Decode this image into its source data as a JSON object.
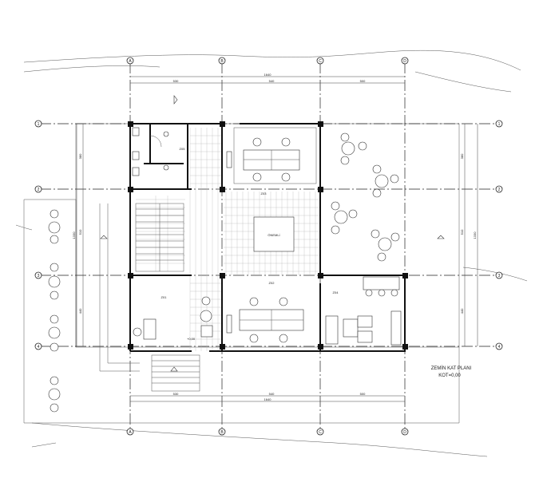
{
  "plan": {
    "title": "ZEMİN KAT PLANI",
    "level": "KOT=0,00",
    "axes_vertical": [
      "A",
      "B",
      "C",
      "D"
    ],
    "axes_horizontal": [
      "1",
      "2",
      "3",
      "4"
    ],
    "dims_top": {
      "total": "1640",
      "spans": [
        "530",
        "540",
        "500"
      ]
    },
    "dims_bottom": {
      "total": "1640",
      "spans": [
        "530",
        "540",
        "500"
      ]
    },
    "dims_left": {
      "total": "1330",
      "spans": [
        "380",
        "510",
        "440"
      ]
    },
    "dims_right": {
      "total": "1330",
      "spans": [
        "380",
        "510",
        "440"
      ]
    },
    "rooms": {
      "z03": "Z03",
      "z02": "Z02",
      "z01": "Z01",
      "z04": "Z04",
      "z05": "Z05",
      "center": "ÖNEMLİ"
    },
    "elevation_mark": "+0,00"
  }
}
